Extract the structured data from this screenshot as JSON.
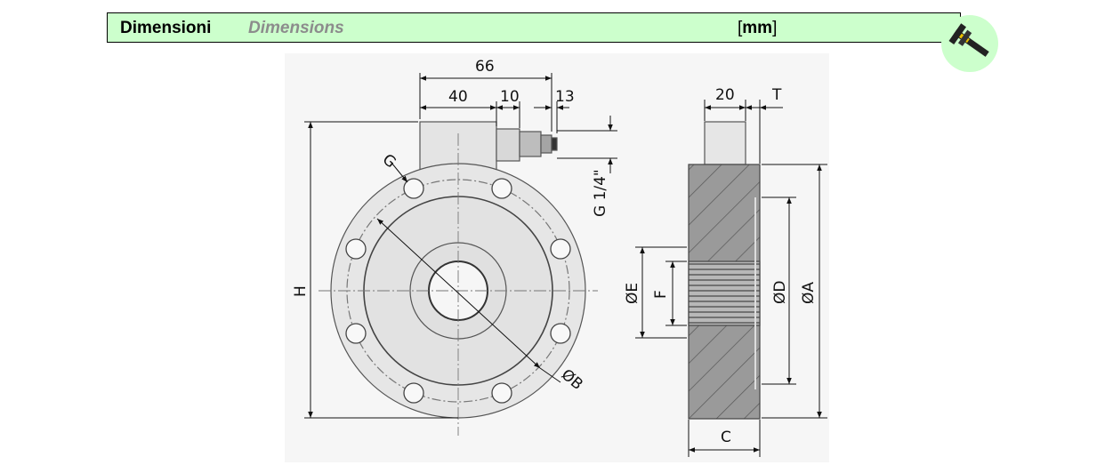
{
  "header": {
    "title": "Dimensioni",
    "subtitle": "Dimensions",
    "unit": "mm",
    "unit_open": "[",
    "unit_close": "]"
  },
  "icons": {
    "caliper": "caliper-icon"
  },
  "colors": {
    "header_bg": "#ccffcc",
    "icon_bg": "#ccffcc",
    "part_fill": "#e6e6e6",
    "line": "#555555"
  },
  "drawing": {
    "front_view": {
      "dim_total_width": "66",
      "dim_body": "40",
      "dim_connector": "10",
      "dim_connector_tip": "13",
      "thread": "G 1/4\"",
      "label_height": "H",
      "label_bolt_circle": "ØB",
      "label_hole": "G"
    },
    "side_view": {
      "dim_top": "20",
      "label_t": "T",
      "label_e": "ØE",
      "label_f": "F",
      "label_d": "ØD",
      "label_a": "ØA",
      "label_c": "C"
    }
  }
}
